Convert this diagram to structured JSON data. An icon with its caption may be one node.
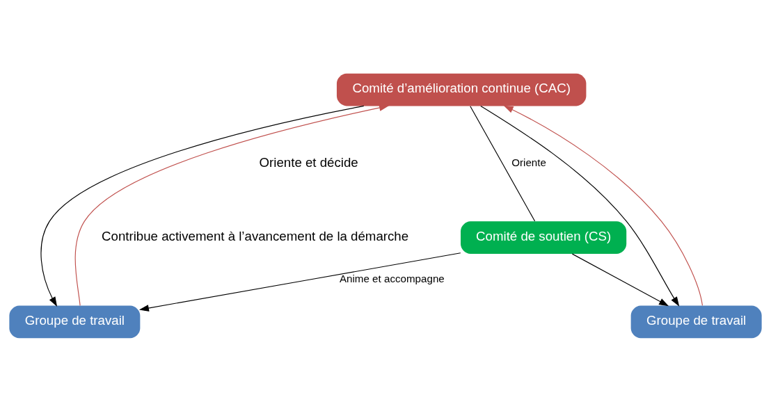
{
  "diagram": {
    "nodes": [
      {
        "text": [
          "Comité d’amélioration continue (CAC)"
        ]
      },
      {
        "text": [
          "Comité de soutien (CS)"
        ]
      },
      {
        "text": [
          "Groupe de travail"
        ]
      },
      {
        "text": [
          "Groupe de travail"
        ]
      }
    ],
    "edges": [
      {
        "from": 0,
        "to": 2,
        "arrow": "to"
      },
      {
        "from": 2,
        "to": 0,
        "arrow": "to",
        "color": "#c0504d"
      },
      {
        "from": 0,
        "to": 3,
        "arrow": "to"
      },
      {
        "from": 3,
        "to": 0,
        "arrow": "to",
        "color": "#c0504d"
      },
      {
        "from": 0,
        "to": 1,
        "arrow": "none",
        "label": "Oriente"
      },
      {
        "from": 1,
        "to": 2,
        "arrow": "to",
        "label": "Anime et accompagne"
      },
      {
        "from": 1,
        "to": 3,
        "arrow": "to"
      }
    ],
    "labels": [
      "Oriente et décide",
      "Contribue activement à l’avancement de la démarche"
    ]
  }
}
